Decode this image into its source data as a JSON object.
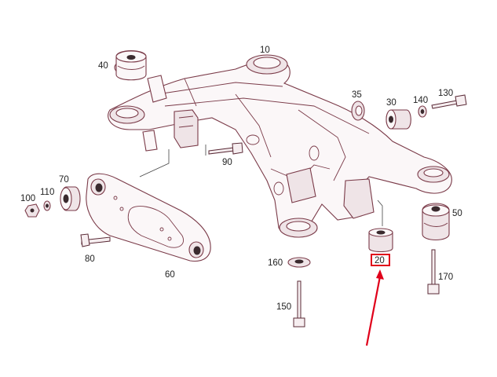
{
  "labels": {
    "l10": "10",
    "l20": "20",
    "l30": "30",
    "l35": "35",
    "l40": "40",
    "l50": "50",
    "l60": "60",
    "l70": "70",
    "l80": "80",
    "l90": "90",
    "l100": "100",
    "l110": "110",
    "l130": "130",
    "l140": "140",
    "l150": "150",
    "l160": "160",
    "l170": "170"
  },
  "highlight": {
    "label": "20",
    "box_color": "#e0001a",
    "arrow_color": "#e0001a"
  },
  "colors": {
    "line_art": "#7a3a48",
    "label_text": "#222222"
  }
}
